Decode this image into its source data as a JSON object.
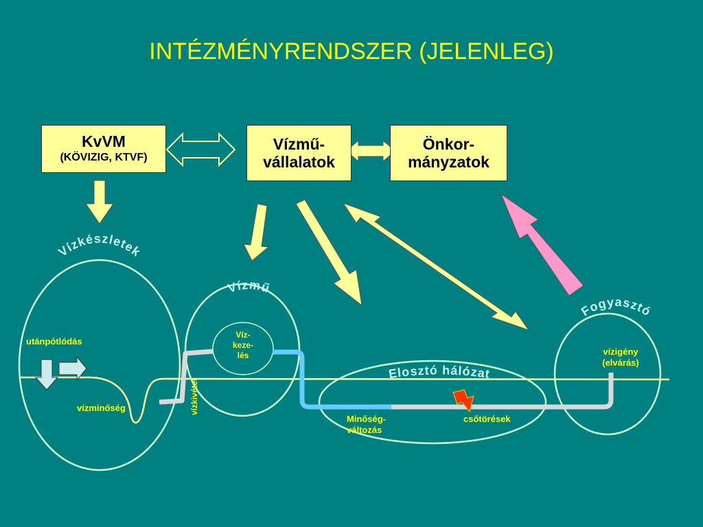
{
  "title": "INTÉZMÉNYRENDSZER (JELENLEG)",
  "boxes": {
    "kvvm": {
      "line1": "KvVM",
      "line2": "(KÖVIZIG, KTVF)"
    },
    "vizmu_vallalatok": {
      "line1": "Vízmű-",
      "line2": "vállalatok"
    },
    "onkormanyzatok": {
      "line1": "Önkor-",
      "line2": "mányzatok"
    }
  },
  "circle_titles": {
    "vizkeszletek": "Vízkészletek",
    "vizmu": "Vízmű",
    "eloszto_halozat": "Elosztó hálózat",
    "fogyaszto": "Fogyasztó"
  },
  "labels": {
    "utanpotlodas": "utánpótlódás",
    "vizminoseg": "vízminőség",
    "vizkivetel": "vízkivétel",
    "viz_kezeles_1": "Víz-",
    "viz_kezeles_2": "keze-",
    "viz_kezeles_3": "lés",
    "minoseg_valtozas_1": "Minőség-",
    "minoseg_valtozas_2": "változás",
    "csotoresek": "csőtörések",
    "vizigeny": "vízigény",
    "elvaras": "(elvárás)"
  },
  "colors": {
    "background": "#008080",
    "title": "#FFFF00",
    "box_fill": "#FFFF99",
    "ellipse_stroke": "#CCFFCC",
    "pipe_gray": "#D9D9D9",
    "pipe_blue": "#66CCFF",
    "pink_arrow": "#FF99CC",
    "lightning": "#FF3300"
  }
}
